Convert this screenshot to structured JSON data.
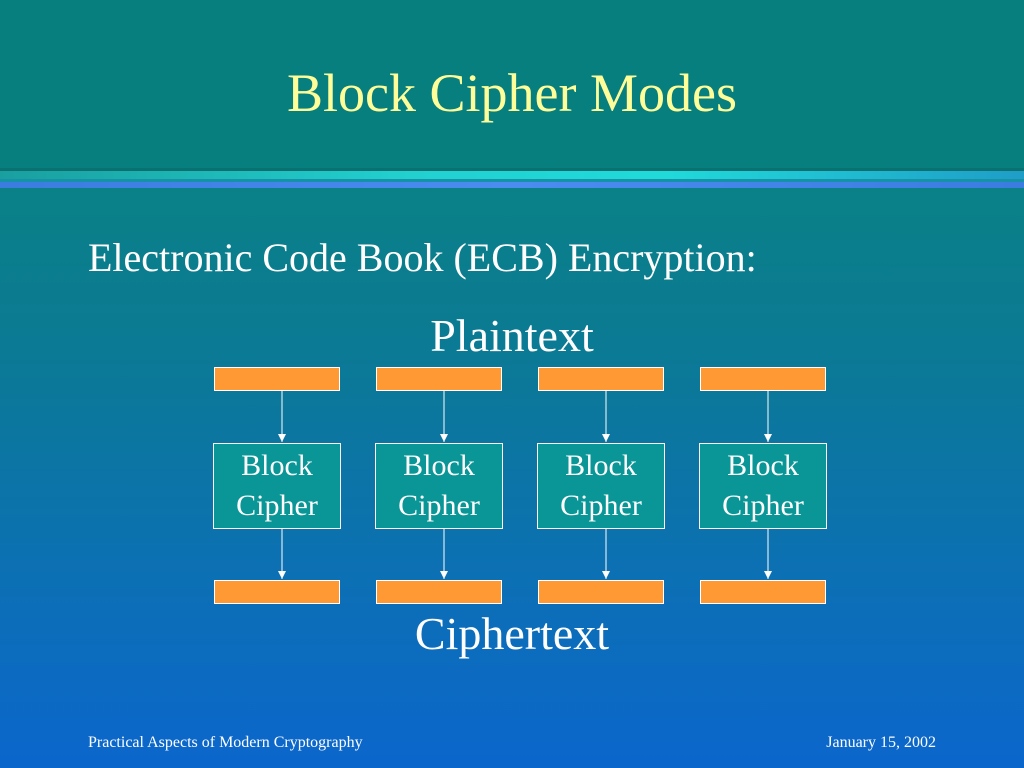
{
  "title": "Block Cipher Modes",
  "subtitle": "Electronic Code Book (ECB) Encryption:",
  "diagram": {
    "input_label": "Plaintext",
    "output_label": "Ciphertext",
    "cipher_boxes": [
      {
        "line1": "Block",
        "line2": "Cipher"
      },
      {
        "line1": "Block",
        "line2": "Cipher"
      },
      {
        "line1": "Block",
        "line2": "Cipher"
      },
      {
        "line1": "Block",
        "line2": "Cipher"
      }
    ]
  },
  "footer": {
    "left": "Practical Aspects of Modern Cryptography",
    "right": "January 15, 2002"
  },
  "colors": {
    "title": "#ffff99",
    "block_fill": "#ff9933",
    "cipher_box_fill": "#0a9696"
  }
}
